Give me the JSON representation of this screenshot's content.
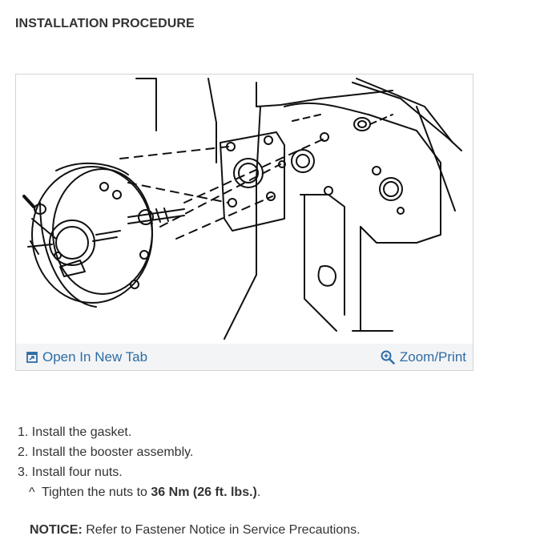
{
  "heading": "INSTALLATION PROCEDURE",
  "figure": {
    "image_description": "Line drawing of brake booster assembly being installed with gasket and four nuts onto bracket",
    "open_tab_label": "Open In New Tab",
    "zoom_label": "Zoom/Print",
    "icons": {
      "open_tab": "open-new-tab-icon",
      "zoom": "zoom-in-icon"
    },
    "link_color": "#2e6da4"
  },
  "steps": [
    {
      "num": "1.",
      "text": "Install the gasket."
    },
    {
      "num": "2.",
      "text": "Install the booster assembly."
    },
    {
      "num": "3.",
      "text": "Install four nuts."
    }
  ],
  "substep": {
    "marker": "^",
    "text_before": "Tighten the nuts to ",
    "bold": "36 Nm (26 ft. lbs.)",
    "text_after": "."
  },
  "notice": {
    "label": "NOTICE:",
    "text": " Refer to Fastener Notice in Service Precautions."
  }
}
